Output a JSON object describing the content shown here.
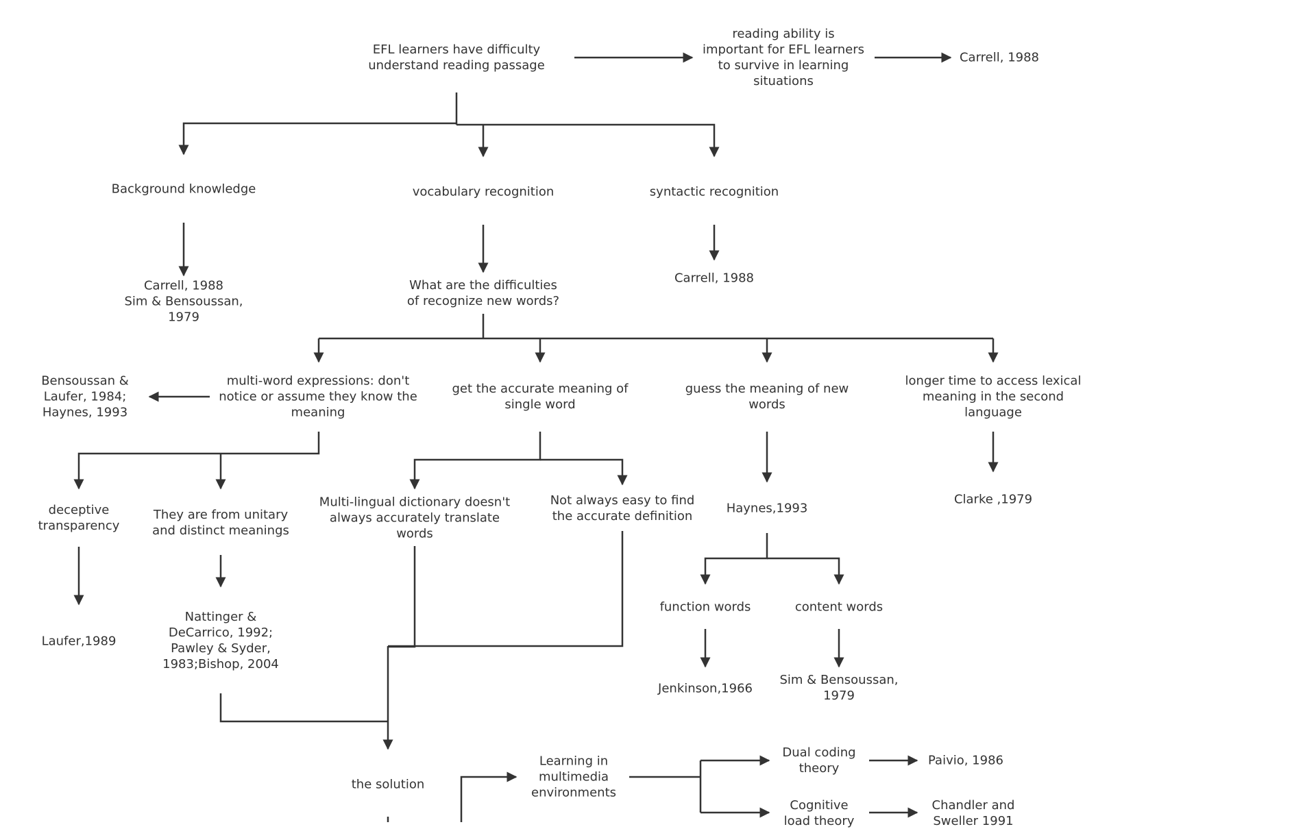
{
  "nodes": {
    "efl_difficulty": "EFL learners have difficulty\nunderstand reading passage",
    "reading_ability": "reading ability  is\nimportant for EFL learners\nto survive in learning\nsituations",
    "carrell_top": "Carrell, 1988",
    "background_knowledge": "Background knowledge",
    "vocabulary_recognition": "vocabulary recognition",
    "syntactic_recognition": "syntactic recognition",
    "carrell_sim": "Carrell, 1988\nSim & Bensoussan,\n1979",
    "difficulties_new_words": "What are the difficulties\nof recognize new words?",
    "carrell_syntactic": "Carrell, 1988",
    "bensoussan_laufer": "Bensoussan &\nLaufer, 1984;\nHaynes, 1993",
    "multi_word": "multi-word expressions: don't\nnotice or assume they know the\nmeaning",
    "accurate_meaning": "get the accurate meaning of\nsingle word",
    "guess_meaning": "guess the meaning of new\nwords",
    "longer_time": "longer time to access lexical\nmeaning in the second\nlanguage",
    "deceptive_transparency": "deceptive\ntransparency",
    "unitary_meanings": "They are from unitary\nand distinct meanings",
    "dictionary": "Multi-lingual dictionary doesn't\nalways accurately translate\nwords",
    "not_easy": "Not always easy to find\nthe accurate definition",
    "haynes_1993": "Haynes,1993",
    "clarke": "Clarke ,1979",
    "laufer_1989": "Laufer,1989",
    "nattinger": "Nattinger &\nDeCarrico, 1992;\nPawley & Syder,\n1983;Bishop, 2004",
    "function_words": "function words",
    "content_words": "content words",
    "jenkinson": "Jenkinson,1966",
    "sim_bensoussan": "Sim & Bensoussan,\n1979",
    "solution": "the solution",
    "multimedia": "Learning in\nmultimedia\nenvironments",
    "dual_coding": "Dual coding\ntheory",
    "paivio": "Paivio, 1986",
    "cognitive_load": "Cognitive\nload theory",
    "chandler": "Chandler and\nSweller 1991"
  },
  "colors": {
    "line": "#333333",
    "text": "#333333",
    "background": "#ffffff"
  }
}
